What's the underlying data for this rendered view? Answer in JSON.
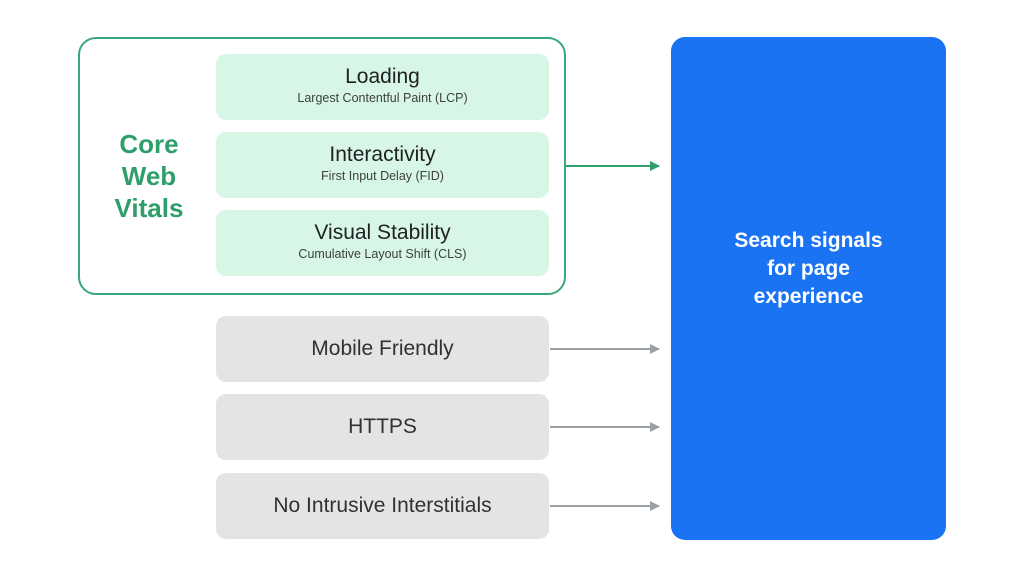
{
  "core_web_vitals": {
    "label_lines": [
      "Core",
      "Web",
      "Vitals"
    ],
    "metrics": [
      {
        "name": "Loading",
        "subtitle": "Largest Contentful Paint (LCP)"
      },
      {
        "name": "Interactivity",
        "subtitle": "First Input Delay (FID)"
      },
      {
        "name": "Visual Stability",
        "subtitle": "Cumulative Layout Shift (CLS)"
      }
    ]
  },
  "other_signals": [
    {
      "name": "Mobile Friendly"
    },
    {
      "name": "HTTPS"
    },
    {
      "name": "No Intrusive Interstitials"
    }
  ],
  "target": {
    "label_lines": [
      "Search signals",
      "for page",
      "experience"
    ]
  },
  "colors": {
    "core_web_vitals": "#2e9e6b",
    "metric_fill": "#d7f6e5",
    "signal_fill": "#e4e4e4",
    "target_fill": "#1a73f3",
    "arrow_gray": "#9aa0a6"
  }
}
